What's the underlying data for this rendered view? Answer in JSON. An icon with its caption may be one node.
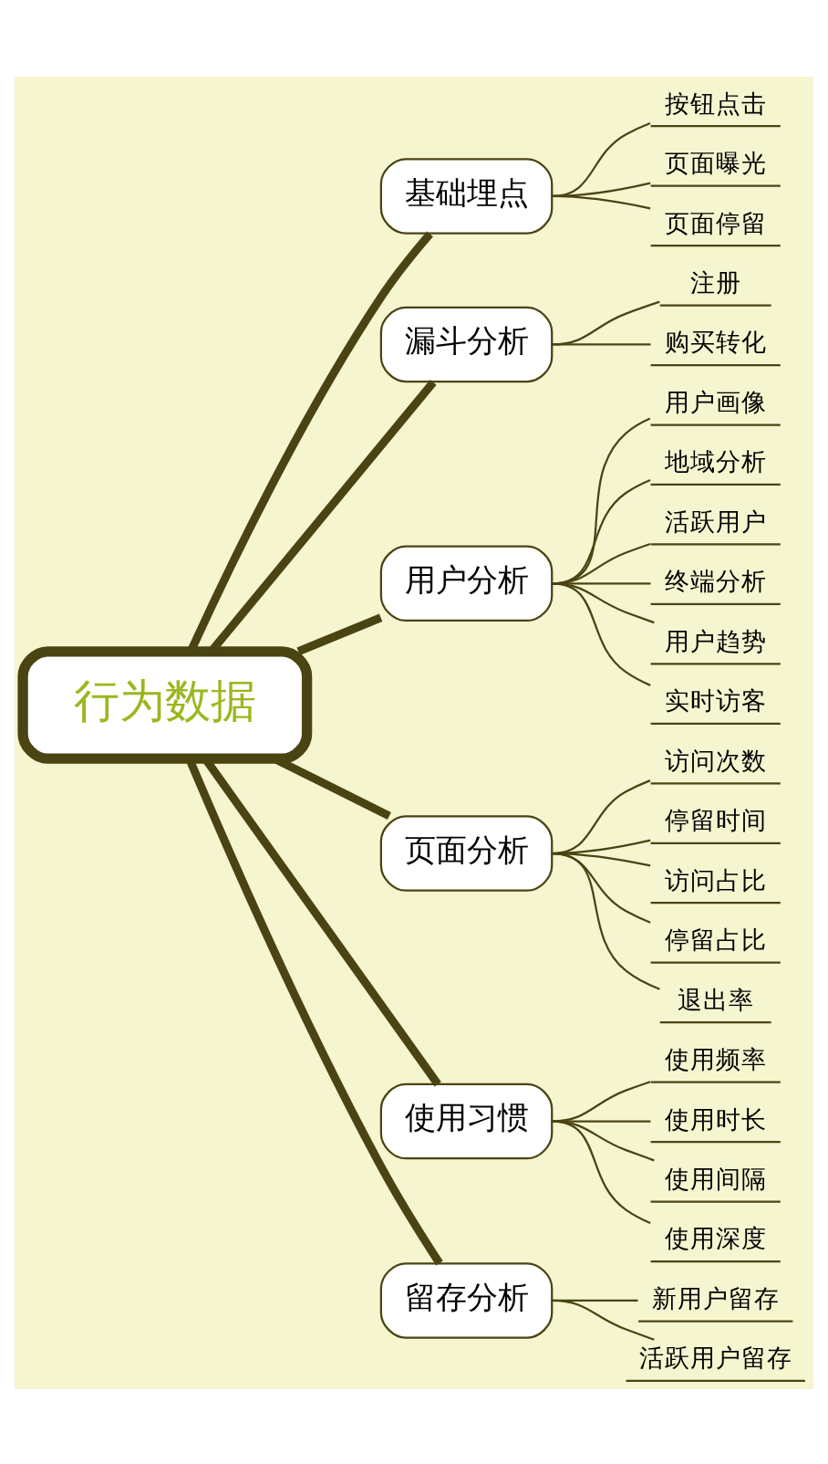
{
  "diagram": {
    "nodes": [
      {
        "text": [
          "行为数据"
        ]
      },
      {
        "text": [
          "基础埋点"
        ]
      },
      {
        "text": [
          "按钮点击"
        ]
      },
      {
        "text": [
          "页面曝光"
        ]
      },
      {
        "text": [
          "页面停留"
        ]
      },
      {
        "text": [
          "漏斗分析"
        ]
      },
      {
        "text": [
          "注册"
        ]
      },
      {
        "text": [
          "购买转化"
        ]
      },
      {
        "text": [
          "用户分析"
        ]
      },
      {
        "text": [
          "用户画像"
        ]
      },
      {
        "text": [
          "地域分析"
        ]
      },
      {
        "text": [
          "活跃用户"
        ]
      },
      {
        "text": [
          "终端分析"
        ]
      },
      {
        "text": [
          "用户趋势"
        ]
      },
      {
        "text": [
          "实时访客"
        ]
      },
      {
        "text": [
          "页面分析"
        ]
      },
      {
        "text": [
          "访问次数"
        ]
      },
      {
        "text": [
          "停留时间"
        ]
      },
      {
        "text": [
          "访问占比"
        ]
      },
      {
        "text": [
          "停留占比"
        ]
      },
      {
        "text": [
          "退出率"
        ]
      },
      {
        "text": [
          "使用习惯"
        ]
      },
      {
        "text": [
          "使用频率"
        ]
      },
      {
        "text": [
          "使用时长"
        ]
      },
      {
        "text": [
          "使用间隔"
        ]
      },
      {
        "text": [
          "使用深度"
        ]
      },
      {
        "text": [
          "留存分析"
        ]
      },
      {
        "text": [
          "新用户留存"
        ]
      },
      {
        "text": [
          "活跃用户留存"
        ]
      }
    ],
    "edges": [
      {
        "from": 0,
        "to": 1,
        "arrow": "none",
        "style": "thick"
      },
      {
        "from": 1,
        "to": 2,
        "arrow": "none"
      },
      {
        "from": 1,
        "to": 3,
        "arrow": "none"
      },
      {
        "from": 1,
        "to": 4,
        "arrow": "none"
      },
      {
        "from": 0,
        "to": 5,
        "arrow": "none",
        "style": "thick"
      },
      {
        "from": 5,
        "to": 6,
        "arrow": "none"
      },
      {
        "from": 5,
        "to": 7,
        "arrow": "none"
      },
      {
        "from": 0,
        "to": 8,
        "arrow": "none",
        "style": "thick"
      },
      {
        "from": 8,
        "to": 9,
        "arrow": "none"
      },
      {
        "from": 8,
        "to": 10,
        "arrow": "none"
      },
      {
        "from": 8,
        "to": 11,
        "arrow": "none"
      },
      {
        "from": 8,
        "to": 12,
        "arrow": "none"
      },
      {
        "from": 8,
        "to": 13,
        "arrow": "none"
      },
      {
        "from": 8,
        "to": 14,
        "arrow": "none"
      },
      {
        "from": 0,
        "to": 15,
        "arrow": "none",
        "style": "thick"
      },
      {
        "from": 15,
        "to": 16,
        "arrow": "none"
      },
      {
        "from": 15,
        "to": 17,
        "arrow": "none"
      },
      {
        "from": 15,
        "to": 18,
        "arrow": "none"
      },
      {
        "from": 15,
        "to": 19,
        "arrow": "none"
      },
      {
        "from": 15,
        "to": 20,
        "arrow": "none"
      },
      {
        "from": 0,
        "to": 21,
        "arrow": "none",
        "style": "thick"
      },
      {
        "from": 21,
        "to": 22,
        "arrow": "none"
      },
      {
        "from": 21,
        "to": 23,
        "arrow": "none"
      },
      {
        "from": 21,
        "to": 24,
        "arrow": "none"
      },
      {
        "from": 21,
        "to": 25,
        "arrow": "none"
      },
      {
        "from": 0,
        "to": 26,
        "arrow": "none",
        "style": "thick"
      },
      {
        "from": 26,
        "to": 27,
        "arrow": "none"
      },
      {
        "from": 26,
        "to": 28,
        "arrow": "none"
      }
    ]
  }
}
